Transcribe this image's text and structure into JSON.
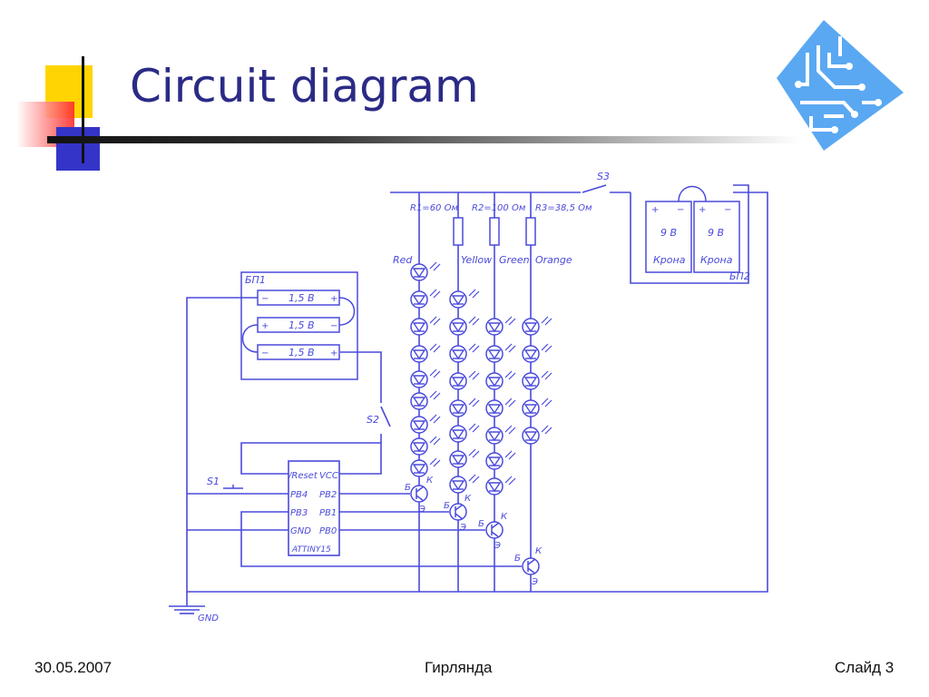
{
  "slide": {
    "title": "Circuit diagram",
    "date": "30.05.2007",
    "topic": "Гирлянда",
    "slide_number": "Слайд 3",
    "logo_icon": "circuit-board-icon"
  },
  "colors": {
    "title": "#2b2b86",
    "wire": "#4a4adc",
    "logo": "#5aa8f2",
    "deco_yellow": "#ffd400",
    "deco_red": "#ff3030",
    "deco_blue": "#3434c8"
  },
  "diagram": {
    "bp1_label": "БП1",
    "bp2_label": "БП2",
    "battery_small": "1,5 В",
    "battery_plus": "+",
    "battery_minus": "−",
    "battery_9v": "9 В",
    "battery_9v_name": "Крона",
    "resistors": [
      "R1=60 Ом",
      "R2=100 Ом",
      "R3=38,5 Ом"
    ],
    "led_colors": [
      "Red",
      "Yellow",
      "Green",
      "Orange"
    ],
    "switches": [
      "S1",
      "S2",
      "S3"
    ],
    "mcu": {
      "name": "ATTINY15",
      "pins_left": [
        "/Reset",
        "PB4",
        "PB3",
        "GND"
      ],
      "pins_right": [
        "VCC",
        "PB2",
        "PB1",
        "PB0"
      ]
    },
    "transistor_base": "Б",
    "transistor_collector": "К",
    "transistor_emitter": "Э",
    "gnd_label": "GND"
  }
}
